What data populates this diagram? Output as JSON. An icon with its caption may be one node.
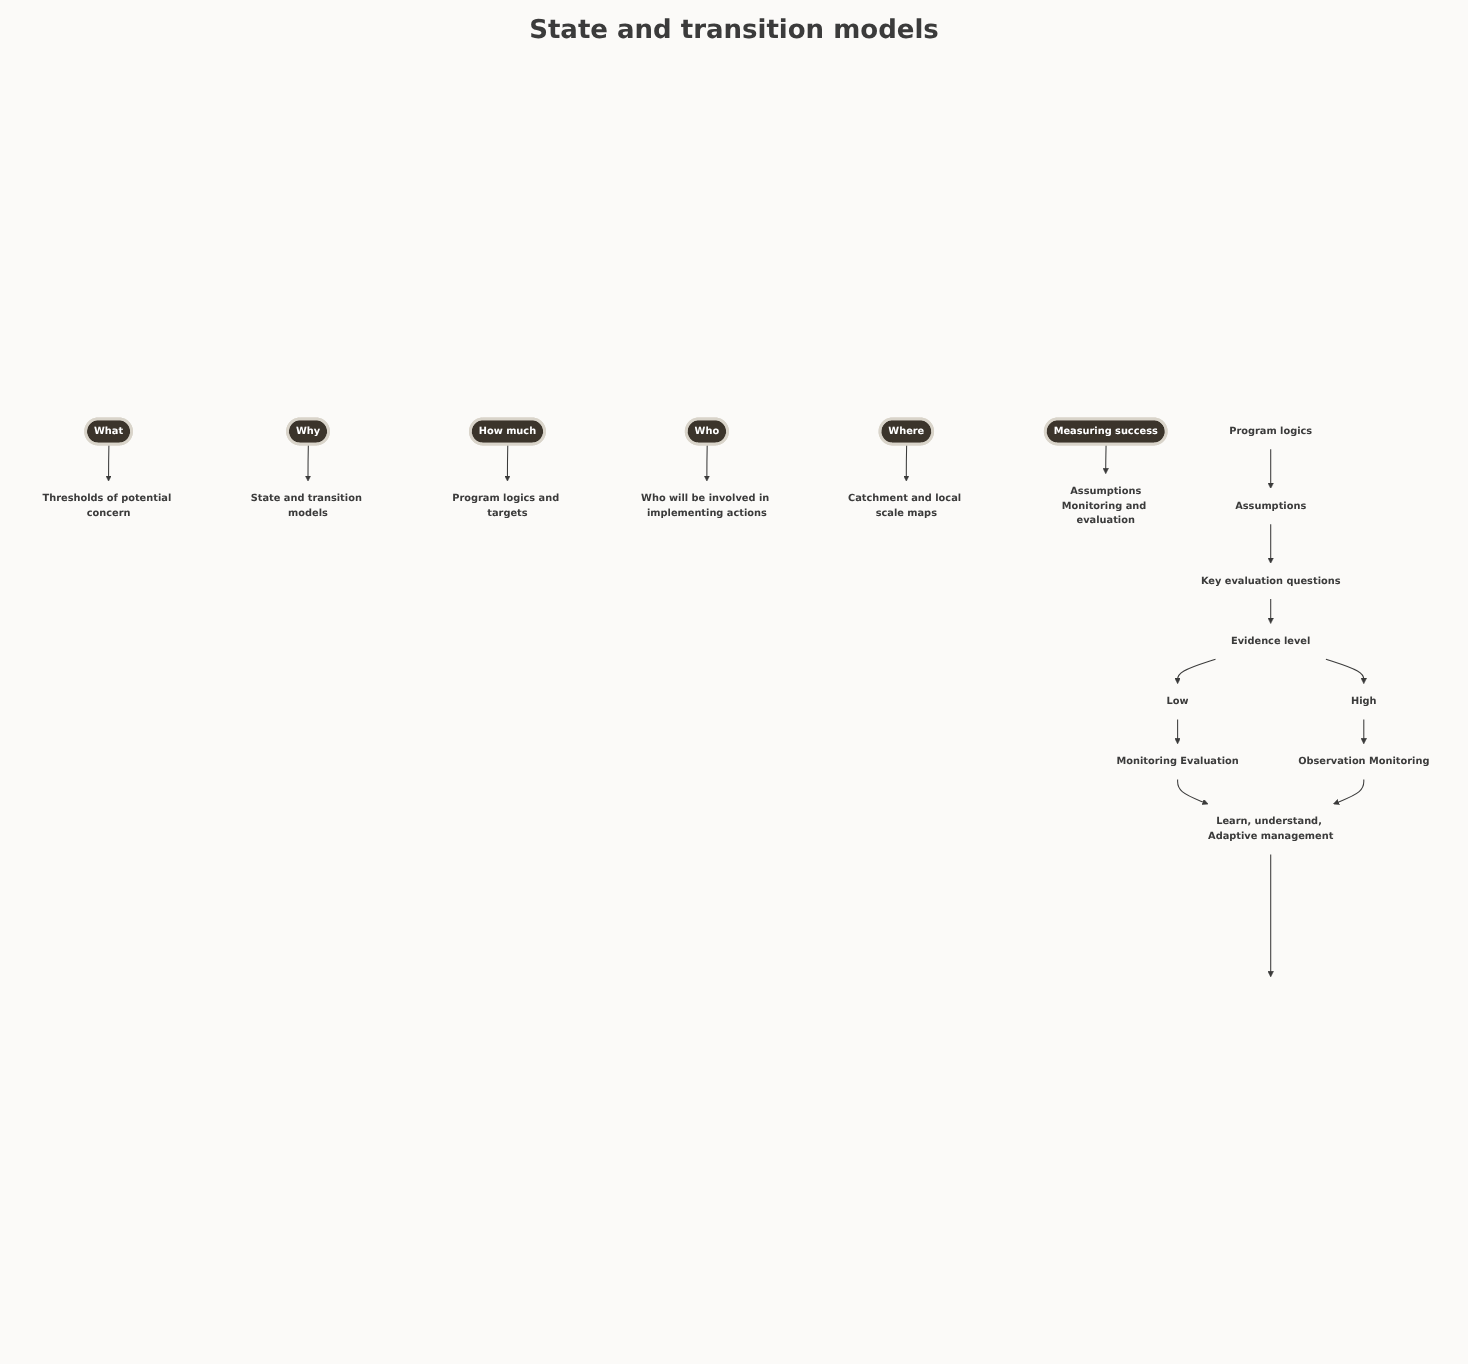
{
  "diagram": {
    "nodes": [
      {
        "text": [
          "What"
        ]
      },
      {
        "text": [
          "Thresholds of potential concern"
        ]
      },
      {
        "text": [
          "Why"
        ]
      },
      {
        "text": [
          "State and transition models"
        ]
      },
      {
        "text": [
          "How much"
        ]
      },
      {
        "text": [
          "Program logics and targets"
        ]
      },
      {
        "text": [
          "Who"
        ]
      },
      {
        "text": [
          "Who will be involved in implementing actions"
        ]
      },
      {
        "text": [
          "Where"
        ]
      },
      {
        "text": [
          "Catchment and local scale maps"
        ]
      },
      {
        "text": [
          "Measuring success"
        ]
      },
      {
        "text": [
          "Assumptions",
          "Monitoring and evaluation"
        ]
      },
      {
        "text": [
          "Program logics"
        ]
      },
      {
        "text": [
          "Assumptions"
        ]
      },
      {
        "text": [
          "Key evaluation questions"
        ]
      },
      {
        "text": [
          "Evidence level"
        ]
      },
      {
        "text": [
          "Low"
        ]
      },
      {
        "text": [
          "High"
        ]
      },
      {
        "text": [
          "Monitoring Evaluation"
        ]
      },
      {
        "text": [
          "Observation Monitoring"
        ]
      },
      {
        "text": [
          "Learn, understand, Adaptive management"
        ]
      }
    ],
    "edges": [
      {
        "from": 0,
        "to": 1,
        "arrow": "to"
      },
      {
        "from": 2,
        "to": 3,
        "arrow": "to"
      },
      {
        "from": 4,
        "to": 5,
        "arrow": "to"
      },
      {
        "from": 6,
        "to": 7,
        "arrow": "to"
      },
      {
        "from": 8,
        "to": 9,
        "arrow": "to"
      },
      {
        "from": 10,
        "to": 11,
        "arrow": "to"
      },
      {
        "from": 12,
        "to": 13,
        "arrow": "to"
      },
      {
        "from": 13,
        "to": 14,
        "arrow": "to"
      },
      {
        "from": 14,
        "to": 15,
        "arrow": "to"
      },
      {
        "from": 15,
        "to": 16,
        "arrow": "to"
      },
      {
        "from": 15,
        "to": 17,
        "arrow": "to"
      },
      {
        "from": 16,
        "to": 18,
        "arrow": "to"
      },
      {
        "from": 17,
        "to": 19,
        "arrow": "to"
      },
      {
        "from": 18,
        "to": 20,
        "arrow": "to"
      },
      {
        "from": 19,
        "to": 20,
        "arrow": "to"
      },
      {
        "from": 20,
        "to": null,
        "arrow": "to"
      }
    ],
    "labels": [
      "State and transition models"
    ]
  }
}
